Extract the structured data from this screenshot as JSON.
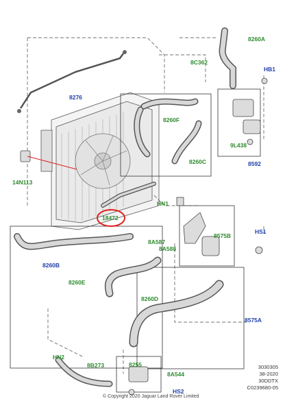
{
  "labels": {
    "p8260A": "8260A",
    "p8C362": "8C362",
    "pHB1": "HB1",
    "p8276": "8276",
    "p8260F": "8260F",
    "p9L438": "9L438",
    "p8592": "8592",
    "p8260C": "8260C",
    "p14N113": "14N113",
    "pHN1": "HN1",
    "p18472": "18472",
    "pHS1": "HS1",
    "p8A587": "8A587",
    "p8575B": "8575B",
    "p8A588": "8A588",
    "p8260B": "8260B",
    "p8260E": "8260E",
    "p8260D": "8260D",
    "p8575A": "8575A",
    "pHN2": "HN2",
    "p8B273": "8B273",
    "p8255": "8255",
    "p8A544": "8A544",
    "pHS2": "HS2"
  },
  "meta": {
    "line1": "3030305",
    "line2": "38-2020",
    "line3": "30DDTX",
    "line4": "C0239680-05"
  },
  "copyright": "© Copyright  2020  Jaguar Land Rover Limited",
  "colors": {
    "part_label": "#2e8b2e",
    "fastener_label": "#1f3fa8",
    "highlight": "#e0201c"
  }
}
